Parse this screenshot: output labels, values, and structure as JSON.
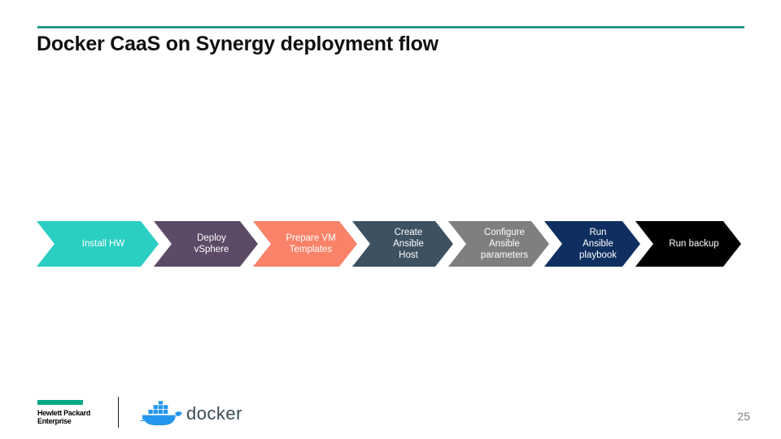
{
  "slide": {
    "title": "Docker CaaS on Synergy deployment flow",
    "page_number": "25",
    "accent_rule_color": "#279989",
    "background_color": "#ffffff"
  },
  "flow": {
    "type": "process-chevron-sequence",
    "steps": [
      {
        "label": "Install HW",
        "color": "#2BCEC2",
        "width": 150
      },
      {
        "label": "Deploy\nvSphere",
        "color": "#5C4A66",
        "width": 128
      },
      {
        "label": "Prepare VM\nTemplates",
        "color": "#FA8268",
        "width": 128
      },
      {
        "label": "Create\nAnsible\nHost",
        "color": "#3D5161",
        "width": 124
      },
      {
        "label": "Configure\nAnsible\nparameters",
        "color": "#7F7F7F",
        "width": 124
      },
      {
        "label": "Run\nAnsible\nplaybook",
        "color": "#0F2F60",
        "width": 118
      },
      {
        "label": "Run backup",
        "color": "#000000",
        "width": 130
      }
    ]
  },
  "footer": {
    "hpe": {
      "name": "hewlett-packard-enterprise-logo",
      "wordmark": "Hewlett Packard\nEnterprise",
      "bar_color": "#01A982"
    },
    "docker": {
      "name": "docker-logo",
      "wordmark": "docker",
      "whale_color": "#2496ED",
      "text_color": "#394d54"
    }
  }
}
